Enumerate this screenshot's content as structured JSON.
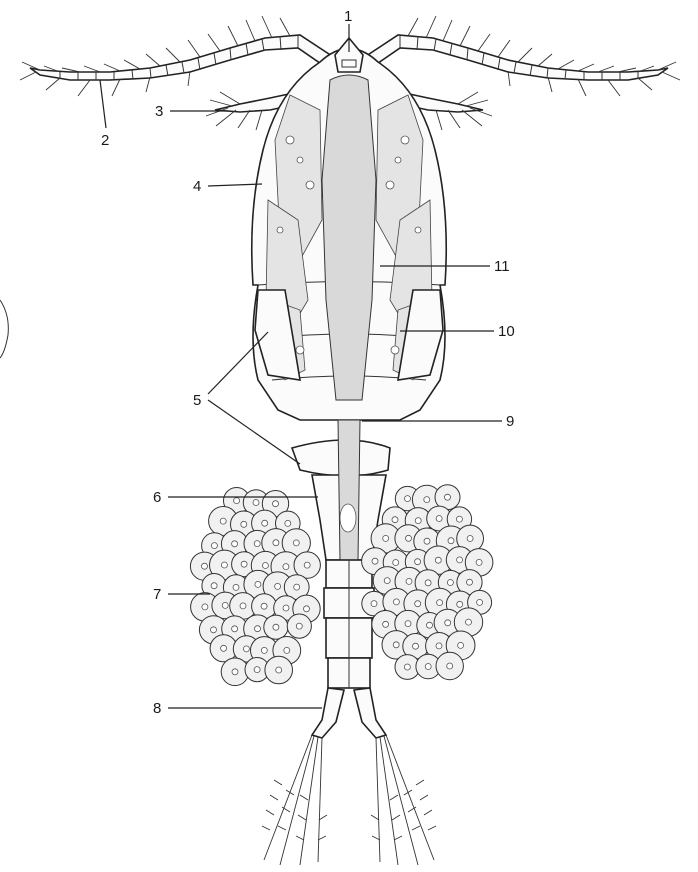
{
  "figure": {
    "labels": [
      {
        "id": "1",
        "text": "1"
      },
      {
        "id": "2",
        "text": "2"
      },
      {
        "id": "3",
        "text": "3"
      },
      {
        "id": "4",
        "text": "4"
      },
      {
        "id": "5",
        "text": "5"
      },
      {
        "id": "6",
        "text": "6"
      },
      {
        "id": "7",
        "text": "7"
      },
      {
        "id": "8",
        "text": "8"
      },
      {
        "id": "9",
        "text": "9"
      },
      {
        "id": "10",
        "text": "10"
      },
      {
        "id": "11",
        "text": "11"
      }
    ],
    "colors": {
      "ink": "#1a1a1a",
      "background": "#ffffff",
      "stipple": "#d9d9d9"
    }
  }
}
